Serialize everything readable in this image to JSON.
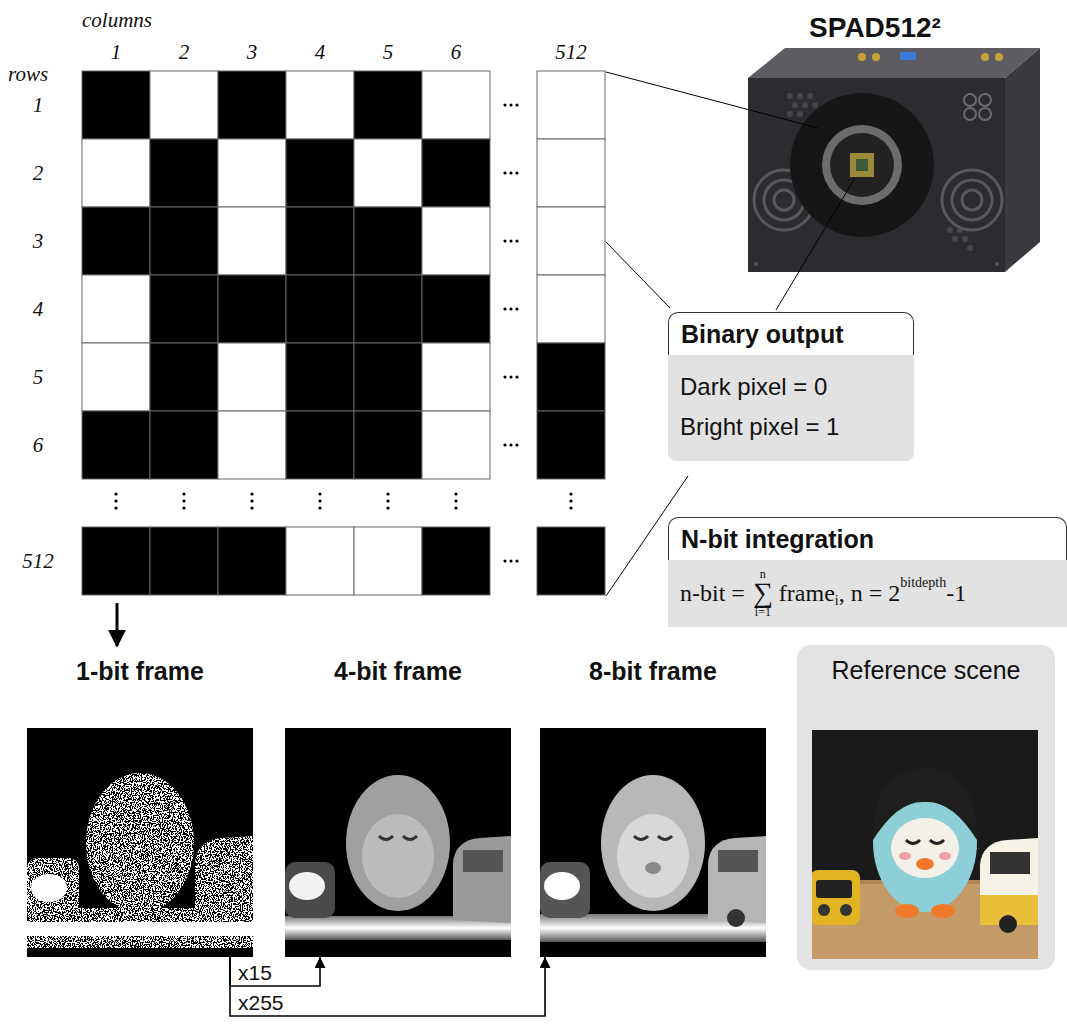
{
  "diagram": {
    "nodes": [
      {
        "text": [
          "Binary output",
          "Dark pixel = 0",
          "Bright pixel = 1"
        ]
      },
      {
        "text": [
          "N-bit integration",
          "n-bit =",
          "n",
          "∑",
          "i=1",
          "frame",
          "i",
          ", n = 2",
          "bitdepth",
          "-1"
        ]
      },
      {
        "text": [
          "1-bit frame"
        ]
      },
      {
        "text": [
          "4-bit frame"
        ]
      },
      {
        "text": [
          "8-bit frame"
        ]
      },
      {
        "text": [
          "Reference scene"
        ]
      }
    ],
    "edges": [
      {
        "from": 2,
        "to": 3,
        "arrow": "to",
        "label": "x15"
      },
      {
        "from": 2,
        "to": 4,
        "arrow": "to",
        "label": "x255"
      }
    ],
    "labels": [
      "SPAD512²",
      "columns",
      "1",
      "2",
      "3",
      "4",
      "5",
      "6",
      "512",
      "rows",
      "1",
      "2",
      "3",
      "4",
      "5",
      "6",
      "512"
    ]
  }
}
